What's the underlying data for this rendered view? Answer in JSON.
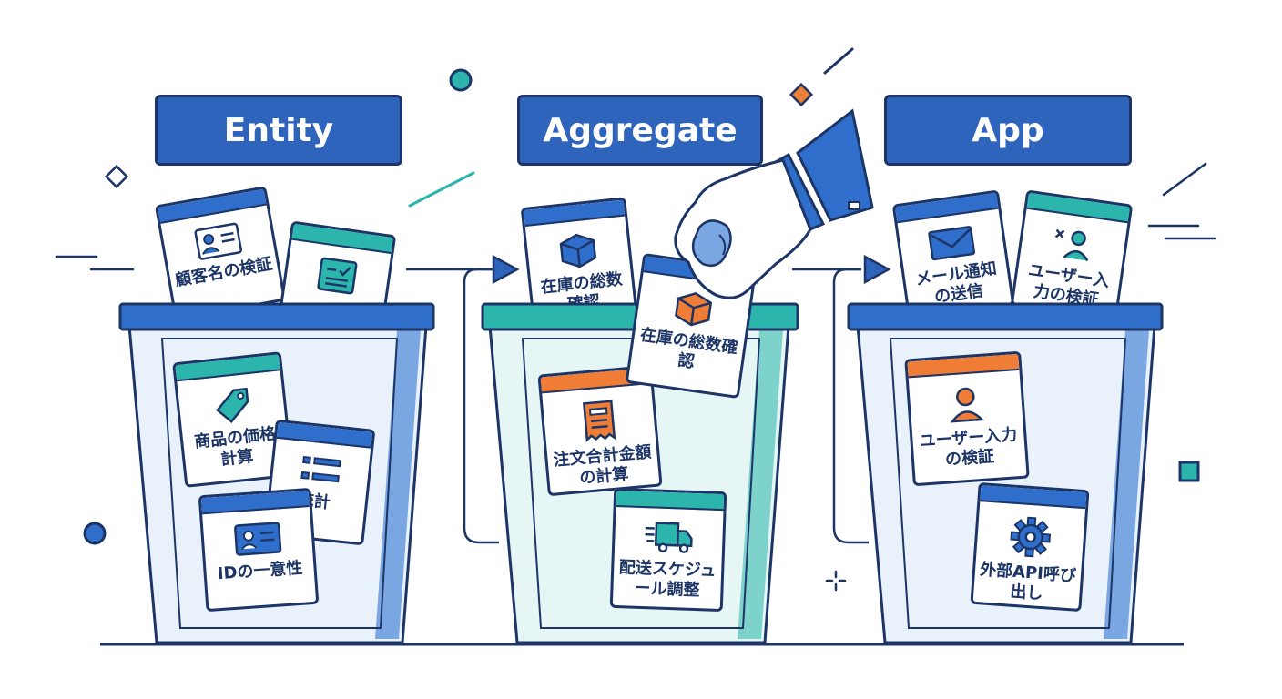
{
  "columns": [
    {
      "label": "Entity"
    },
    {
      "label": "Aggregate"
    },
    {
      "label": "App"
    }
  ],
  "cards": {
    "entity_customer_name": "顧客名の検証",
    "entity_product_price": "商品の価格計算",
    "entity_stats": "統計",
    "entity_id_unique": "IDの一意性",
    "agg_stock_back": "在庫の総数確認",
    "agg_stock_held": "在庫の総数確認",
    "agg_order_total": "注文合計金額の計算",
    "agg_delivery": "配送スケジュール調整",
    "app_email_notify": "メール通知の送信",
    "app_user_input_top": "ユーザー入力の検証",
    "app_user_input": "ユーザー入力の検証",
    "app_external_api": "外部API呼び出し"
  },
  "colors": {
    "navy": "#1c3566",
    "blue": "#2f6fcb",
    "teal": "#2bb5ad",
    "orange": "#f07d35",
    "bin_fill_blue": "#e9f1fb",
    "bin_fill_teal": "#e6f6f5"
  },
  "icons": [
    "person-card-icon",
    "checklist-icon",
    "tag-icon",
    "list-icon",
    "id-card-icon",
    "box-icon",
    "receipt-icon",
    "truck-icon",
    "envelope-icon",
    "user-check-icon",
    "person-icon",
    "gear-icon",
    "hand-icon"
  ]
}
